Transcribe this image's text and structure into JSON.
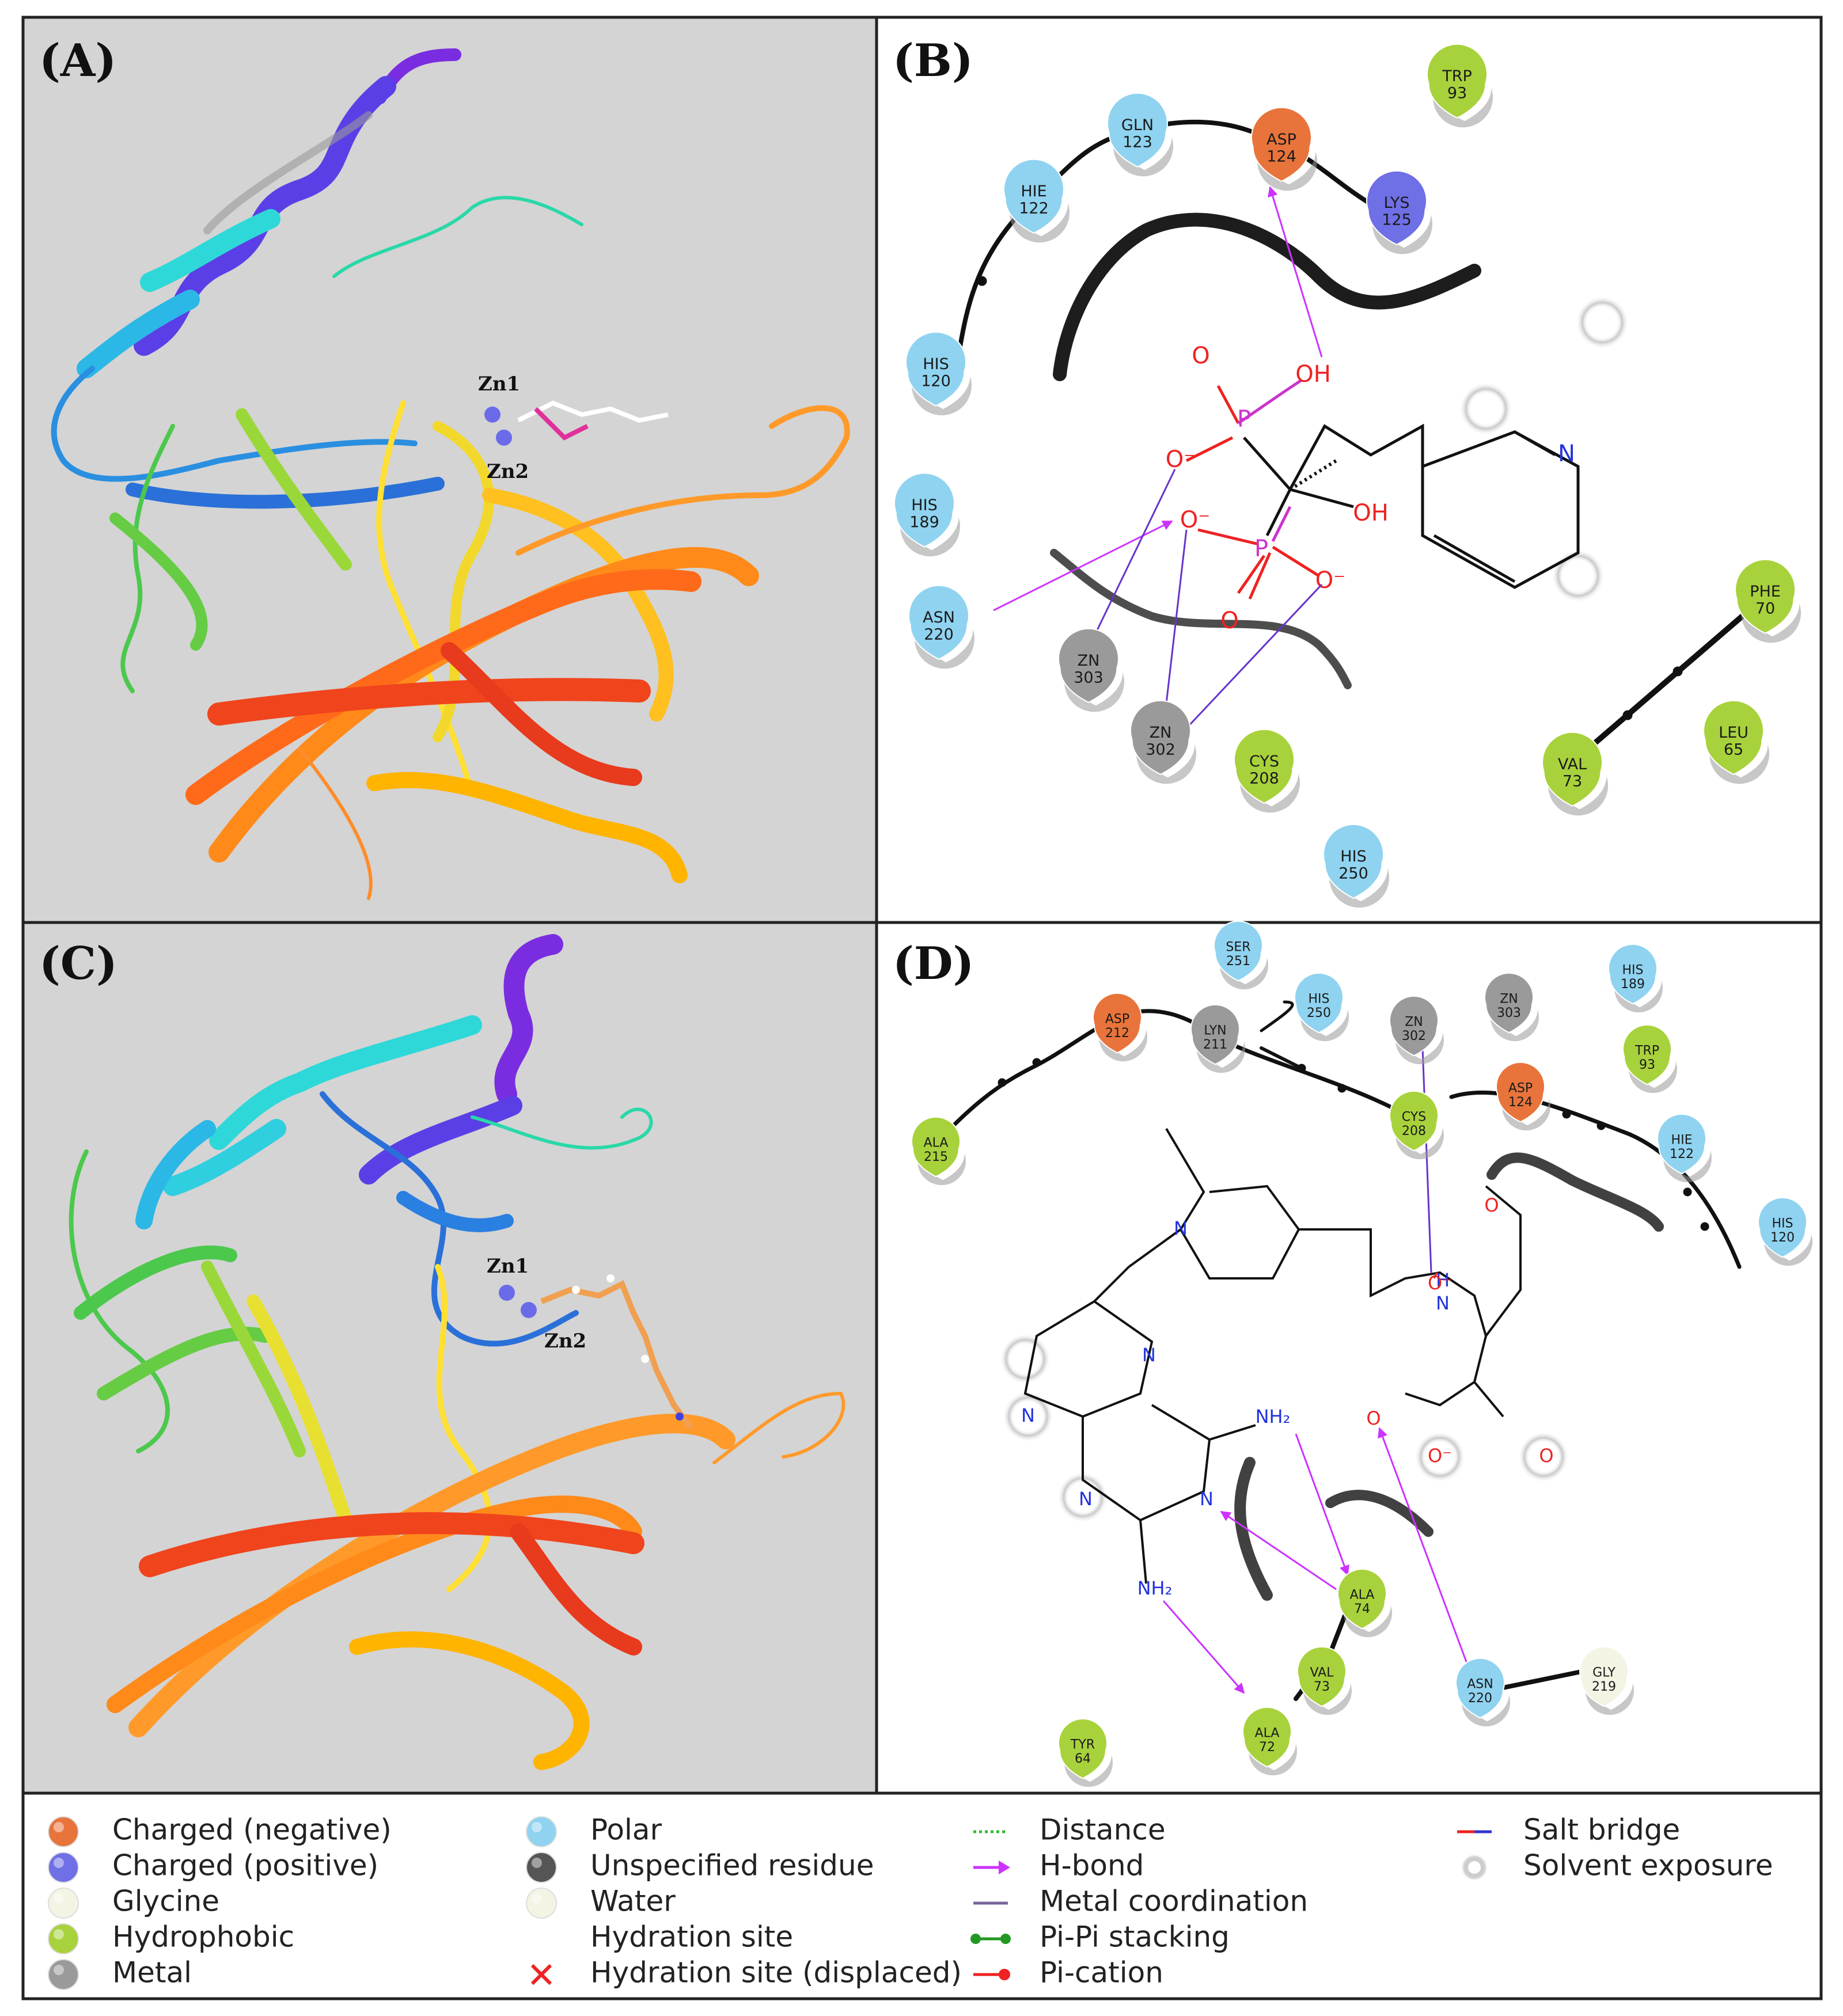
{
  "panels": {
    "a": {
      "label": "(A)",
      "zn1": "Zn1",
      "zn2": "Zn2"
    },
    "b": {
      "label": "(B)"
    },
    "c": {
      "label": "(C)",
      "zn1": "Zn1",
      "zn2": "Zn2"
    },
    "d": {
      "label": "(D)"
    }
  },
  "colors": {
    "negative": "#e8743b",
    "positive": "#6f6fe6",
    "glycine": "#f4f4e4",
    "hydrophobic": "#a8d23c",
    "metal": "#9a9a9a",
    "polar": "#8fd3f0",
    "unspecified": "#555555",
    "hbond": "#cc33ff",
    "saltbridge": "#6633cc",
    "oxygen": "#ee2222",
    "nitrogen": "#2233dd",
    "phosphorus": "#cc33cc"
  },
  "residues_b": [
    {
      "name": "TRP",
      "num": "93",
      "type": "hydrophobic"
    },
    {
      "name": "GLN",
      "num": "123",
      "type": "polar"
    },
    {
      "name": "ASP",
      "num": "124",
      "type": "negative"
    },
    {
      "name": "HIE",
      "num": "122",
      "type": "polar"
    },
    {
      "name": "LYS",
      "num": "125",
      "type": "positive"
    },
    {
      "name": "HIS",
      "num": "120",
      "type": "polar"
    },
    {
      "name": "HIS",
      "num": "189",
      "type": "polar"
    },
    {
      "name": "ASN",
      "num": "220",
      "type": "polar"
    },
    {
      "name": "ZN",
      "num": "303",
      "type": "metal"
    },
    {
      "name": "ZN",
      "num": "302",
      "type": "metal"
    },
    {
      "name": "CYS",
      "num": "208",
      "type": "hydrophobic"
    },
    {
      "name": "HIS",
      "num": "250",
      "type": "polar"
    },
    {
      "name": "PHE",
      "num": "70",
      "type": "hydrophobic"
    },
    {
      "name": "VAL",
      "num": "73",
      "type": "hydrophobic"
    },
    {
      "name": "LEU",
      "num": "65",
      "type": "hydrophobic"
    }
  ],
  "residues_d": [
    {
      "name": "SER",
      "num": "251",
      "type": "polar"
    },
    {
      "name": "HIS",
      "num": "250",
      "type": "polar"
    },
    {
      "name": "ZN",
      "num": "303",
      "type": "metal"
    },
    {
      "name": "HIS",
      "num": "189",
      "type": "polar"
    },
    {
      "name": "ASP",
      "num": "212",
      "type": "negative"
    },
    {
      "name": "LYN",
      "num": "211",
      "type": "metal"
    },
    {
      "name": "ZN",
      "num": "302",
      "type": "metal"
    },
    {
      "name": "TRP",
      "num": "93",
      "type": "hydrophobic"
    },
    {
      "name": "ASP",
      "num": "124",
      "type": "negative"
    },
    {
      "name": "CYS",
      "num": "208",
      "type": "hydrophobic"
    },
    {
      "name": "ALA",
      "num": "215",
      "type": "hydrophobic"
    },
    {
      "name": "HIE",
      "num": "122",
      "type": "polar"
    },
    {
      "name": "HIS",
      "num": "120",
      "type": "polar"
    },
    {
      "name": "ALA",
      "num": "74",
      "type": "hydrophobic"
    },
    {
      "name": "VAL",
      "num": "73",
      "type": "hydrophobic"
    },
    {
      "name": "ALA",
      "num": "72",
      "type": "hydrophobic"
    },
    {
      "name": "ASN",
      "num": "220",
      "type": "polar"
    },
    {
      "name": "GLY",
      "num": "219",
      "type": "glycine"
    },
    {
      "name": "TYR",
      "num": "64",
      "type": "hydrophobic"
    }
  ],
  "atoms_b": [
    "O",
    "OH",
    "P",
    "O⁻",
    "OH",
    "O⁻",
    "P",
    "O⁻",
    "O",
    "N"
  ],
  "atoms_d": [
    "N",
    "N",
    "N",
    "N",
    "N",
    "NH₂",
    "NH₂",
    "O",
    "H",
    "N",
    "O",
    "O⁻",
    "O⁻",
    "O"
  ],
  "legend": [
    {
      "label": "Charged (negative)",
      "kind": "ball",
      "color": "negative"
    },
    {
      "label": "Charged (positive)",
      "kind": "ball",
      "color": "positive"
    },
    {
      "label": "Glycine",
      "kind": "ball",
      "color": "glycine"
    },
    {
      "label": "Hydrophobic",
      "kind": "ball",
      "color": "hydrophobic"
    },
    {
      "label": "Metal",
      "kind": "ball",
      "color": "metal"
    },
    {
      "label": "Polar",
      "kind": "ball",
      "color": "polar"
    },
    {
      "label": "Unspecified residue",
      "kind": "ball",
      "color": "unspecified"
    },
    {
      "label": "Water",
      "kind": "ball",
      "color": "glycine"
    },
    {
      "label": "Hydration site",
      "kind": "none",
      "color": ""
    },
    {
      "label": "Hydration site (displaced)",
      "kind": "cross",
      "color": "oxygen"
    },
    {
      "label": "Distance",
      "kind": "dotted",
      "color": "#33bb33"
    },
    {
      "label": "H-bond",
      "kind": "arrow",
      "color": "hbond"
    },
    {
      "label": "Metal coordination",
      "kind": "line",
      "color": "#776699"
    },
    {
      "label": "Pi-Pi stacking",
      "kind": "pipi",
      "color": "#229922"
    },
    {
      "label": "Pi-cation",
      "kind": "pication",
      "color": "#ee2222"
    },
    {
      "label": "Salt bridge",
      "kind": "salt",
      "color": ""
    },
    {
      "label": "Solvent exposure",
      "kind": "halo",
      "color": ""
    }
  ]
}
